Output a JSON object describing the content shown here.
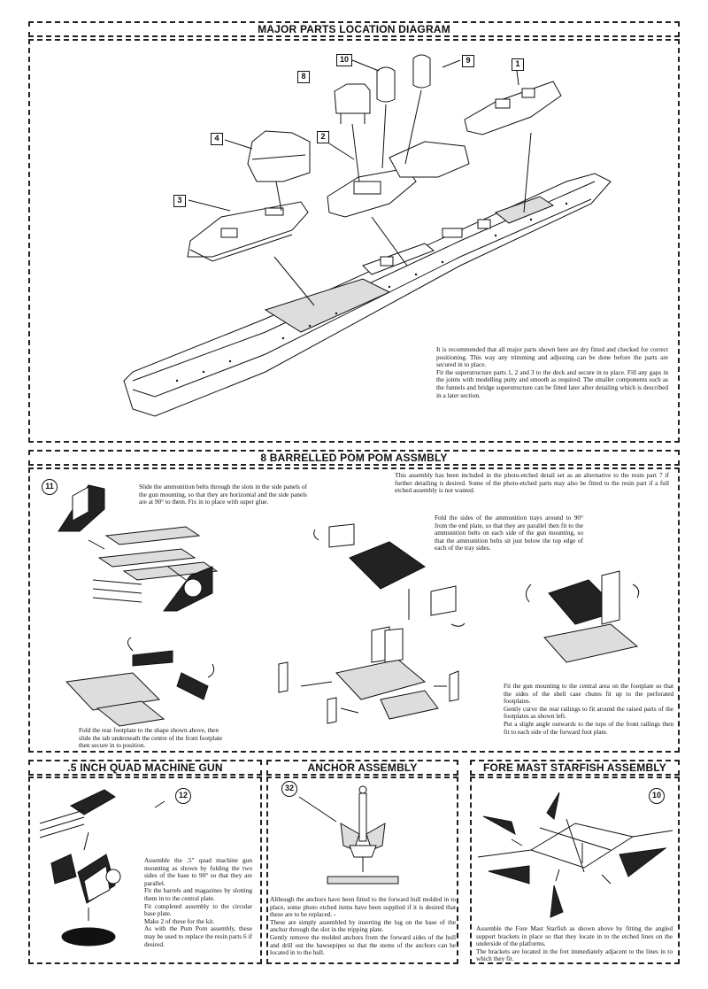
{
  "sections": {
    "major": {
      "title": "MAJOR PARTS LOCATION DIAGRAM",
      "part_labels": [
        "1",
        "2",
        "3",
        "4",
        "8",
        "9",
        "10"
      ],
      "note": [
        "It is recommended that all major parts shown here are dry fitted and checked for correct positioning. This way any trimming and adjusting can be done before the parts are secured in to place.",
        "Fit the superstructure parts 1, 2 and 3 to the deck and secure in to place. Fill any gaps in the joints with modelling putty and smooth as required. The smaller components such as the funnels and bridge superstructure can be fitted later after detailing which is described in a later section."
      ]
    },
    "pompom": {
      "title": "8 BARRELLED POM POM ASSMBLY",
      "step": "11",
      "intro": "This assembly has been included in the photo-etched detail set as an alternative to the resin part 7 if further detailing is desired. Some of the photo-etched parts may also be fitted to the resin part if a full etched assembly is not wanted.",
      "belts": "Slide the ammunition belts through the slots in the side panels of the gun mounting, so that they are horizontal and the side panels are at 90° to them. Fix in to place with super glue.",
      "trays": "Fold the sides of the ammunition trays around to 90° from the end plate, so that they are parallel then fit to the ammunition belts on each side of the gun mounting, so that the ammunition belts sit just below the top edge of each of the tray sides.",
      "footplate": "Fold the rear footplate to the shape shown above, then slide the tab underneath the centre of the front footplate then secure in to position.",
      "fit": [
        "Fit the gun mounting to the central area on the footplate so that the sides of the shell case chutes fit up to the perforated footplates.",
        "Gently curve the rear railings to fit around the raised parts of the footplates as shown left.",
        "Put a slight angle outwards to the tops of the front railings then fit to each side of the forward foot plate."
      ]
    },
    "quad": {
      "title": ".5 INCH QUAD MACHINE GUN",
      "step": "12",
      "text": [
        "Assemble the .5\" quad machine gun mounting as shown by folding the two sides of the base to 90° so that they are parallel.",
        "Fit the barrels and magazines by slotting them in to the central plate.",
        "Fit completed assembly to the circular base plate.",
        "Make 2 of these for the kit.",
        "As with the Pum Pom assembly, these may be used to replace the resin parts 6 if desired."
      ]
    },
    "anchor": {
      "title": "ANCHOR ASSEMBLY",
      "step": "32",
      "text": [
        "Although the anchors have been fitted to the forward hull molded in to place, some photo etched items have been supplied if it is desired that these are to be replaced. -",
        "These are simply assembled by inserting the lug on the base of the anchor through the slot in the tripping plate.",
        "Gently remove the molded anchors from the forward sides of the hull and drill out the hawsepipes so that the stems of the anchors can be located in to the hull."
      ]
    },
    "foremast": {
      "title": "FORE MAST STARFISH ASSEMBLY",
      "step": "10",
      "text": [
        "Assemble the Fore Mast Starfish as shown above by fitting the angled support brackets in place so that they locate in to the etched lines on the underside of the platforms.",
        "The brackets are located in the fret immediately adjacent to the lines in to which they fit."
      ]
    }
  }
}
